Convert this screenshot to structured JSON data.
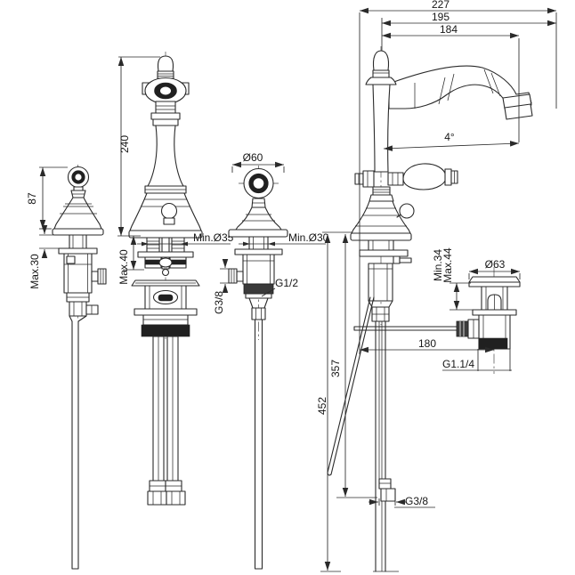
{
  "drawing": {
    "title": "basin-mixer-technical-drawing",
    "colors": {
      "line": "#2a2a2a",
      "background": "#ffffff",
      "fill_dark": "#202020"
    },
    "labels": {
      "width_overall": "227",
      "width_spout_center": "195",
      "width_aerator_center": "184",
      "spout_angle": "4°",
      "handle_height": "87",
      "max_deck_handle": "Max.30",
      "spout_height": "240",
      "max_deck_spout": "Max.40",
      "min_hole_spout": "Min.Ø35",
      "handle_top_diameter": "Ø60",
      "min_hole_handle": "Min.Ø30",
      "handle_inlet_thread": "G3/8",
      "handle_valve_thread": "G1/2",
      "drain_flange_diameter": "Ø63",
      "drain_clamp_min": "Min.34",
      "drain_clamp_max": "Max.44",
      "drain_horizontal_offset": "180",
      "drain_thread": "G1.1/4",
      "hose_reach_short": "357",
      "hose_reach_long": "452",
      "supply_thread": "G3/8"
    }
  }
}
